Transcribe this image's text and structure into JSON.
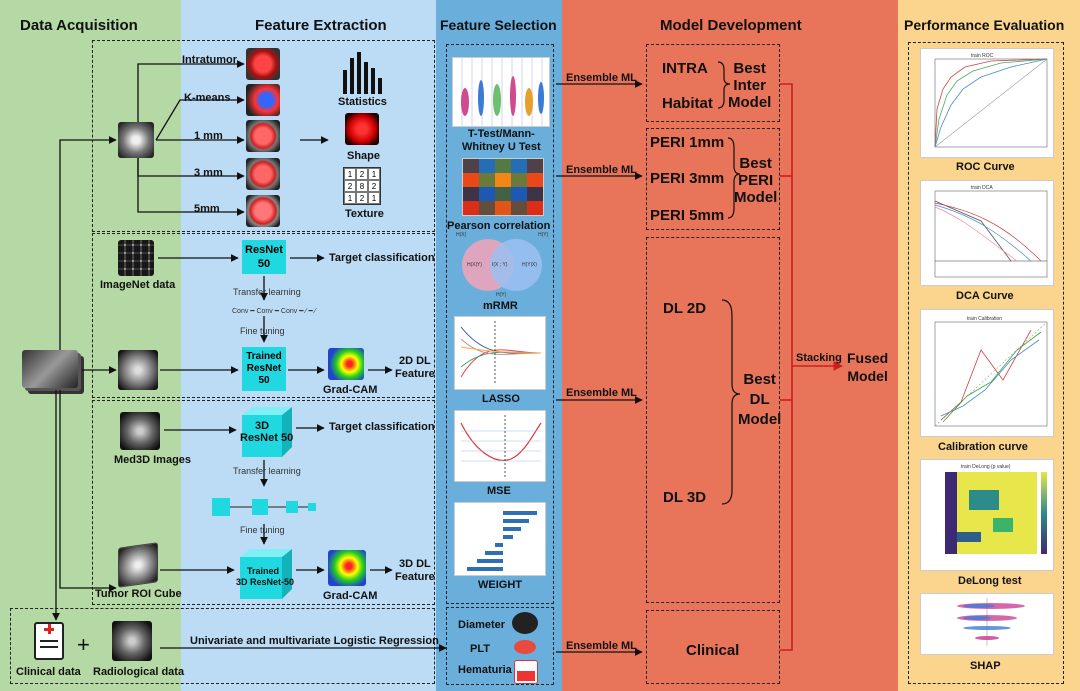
{
  "colors": {
    "acquisition_bg": "#b5d9a4",
    "extraction_bg": "#bcdcf5",
    "selection_bg": "#6aaedc",
    "development_bg": "#e8745a",
    "evaluation_bg": "#fbd58d",
    "fused_arrow": "#cc1e1e",
    "cyan_model": "#20d8e0"
  },
  "sections": {
    "data_acquisition": "Data Acquisition",
    "feature_extraction": "Feature Extraction",
    "feature_selection": "Feature Selection",
    "model_development": "Model Development",
    "performance_evaluation": "Performance Evaluation"
  },
  "acquisition": {
    "imagenet": "ImageNet data",
    "med3d": "Med3D Images",
    "tumor_roi": "Tumor ROI Cube",
    "clinical_data": "Clinical data",
    "plus": "+",
    "radiological_data": "Radiological data"
  },
  "extraction": {
    "regions": [
      "Intratumor",
      "K-means",
      "1 mm",
      "3 mm",
      "5mm"
    ],
    "statistics": "Statistics",
    "shape": "Shape",
    "texture": "Texture",
    "texture_grid": [
      "1",
      "2",
      "1",
      "2",
      "8",
      "2",
      "1",
      "2",
      "1"
    ],
    "resnet50": [
      "ResNet",
      "50"
    ],
    "target_classification_1": "Target classification",
    "transfer_learning_1": "Transfer learning",
    "fine_tuning_1": "Fine tuning",
    "trained_resnet": [
      "Trained",
      "ResNet",
      "50"
    ],
    "gradcam_1": "Grad-CAM",
    "dl2d_feature": [
      "2D DL",
      "Feature"
    ],
    "resnet3d": [
      "3D",
      "ResNet 50"
    ],
    "target_classification_2": "Target classification",
    "transfer_learning_2": "Transfer learning",
    "fine_tuning_2": "Fine tuning",
    "trained_3d": [
      "Trained",
      "3D ResNet-50"
    ],
    "gradcam_2": "Grad-CAM",
    "dl3d_feature": [
      "3D DL",
      "Feature"
    ],
    "logistic": "Univariate and multivariate Logistic Regression"
  },
  "selection": {
    "ttest": [
      "T-Test/Mann-",
      "Whitney U Test"
    ],
    "pearson": "Pearson correlation",
    "venn_labels": [
      "H(X)",
      "H(Y)",
      "H(X|Y)",
      "I(X ; Y)",
      "H(Y|X)",
      "H(Y)"
    ],
    "mrmr": "mRMR",
    "lasso": "LASSO",
    "mse": "MSE",
    "weight": "WEIGHT",
    "diameter": "Diameter",
    "plt": "PLT",
    "hematuria": "Hematuria"
  },
  "development": {
    "ensemble_ml": "Ensemble ML",
    "intra": "INTRA",
    "habitat": "Habitat",
    "best_inter": [
      "Best",
      "Inter",
      "Model"
    ],
    "peri_1mm": "PERI 1mm",
    "peri_3mm": "PERI 3mm",
    "peri_5mm": "PERI 5mm",
    "best_peri": [
      "Best",
      "PERI",
      "Model"
    ],
    "dl_2d": "DL 2D",
    "dl_3d": "DL 3D",
    "best_dl": [
      "Best",
      "DL",
      "Model"
    ],
    "clinical": "Clinical",
    "stacking": "Stacking",
    "fused_model": [
      "Fused",
      "Model"
    ]
  },
  "evaluation": {
    "roc": "ROC Curve",
    "roc_title": "train ROC",
    "dca": "DCA Curve",
    "dca_title": "train DCA",
    "calibration": "Calibration curve",
    "calibration_title": "train Calibration",
    "delong": "DeLong test",
    "delong_title": "train DeLong (p value)",
    "shap": "SHAP"
  }
}
